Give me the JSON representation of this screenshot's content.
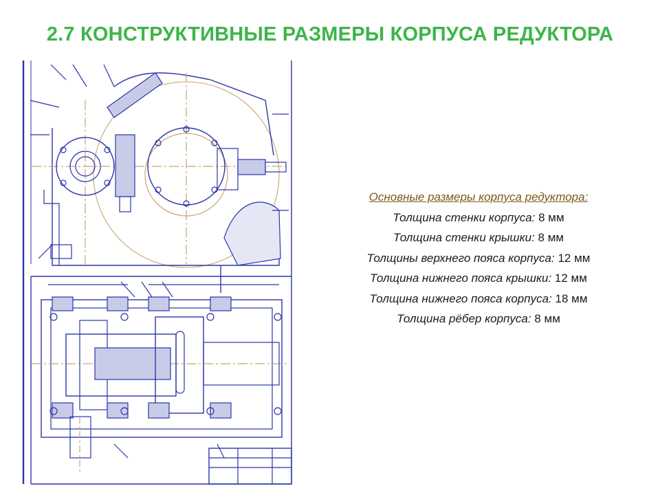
{
  "slide": {
    "title": "2.7 КОНСТРУКТИВНЫЕ РАЗМЕРЫ КОРПУСА РЕДУКТОРА"
  },
  "colors": {
    "title": "#3cb54a",
    "heading": "#7a5a1a",
    "drawing_lines": "#2a35a8",
    "drawing_axis": "#c9a46a"
  },
  "drawing": {
    "icon": "gearbox-assembly-drawing"
  },
  "info": {
    "heading": "Основные размеры корпуса редуктора:",
    "rows": [
      {
        "label": "Толщина стенки корпуса:",
        "value": "8 мм"
      },
      {
        "label": "Толщина стенки крышки:",
        "value": "8 мм"
      },
      {
        "label": "Толщины верхнего пояса корпуса:",
        "value": "12 мм"
      },
      {
        "label": "Толщина нижнего пояса крышки:",
        "value": "12 мм"
      },
      {
        "label": "Толщина нижнего пояса корпуса:",
        "value": "18 мм"
      },
      {
        "label": "Толщина рёбер корпуса:",
        "value": "8 мм"
      }
    ]
  }
}
